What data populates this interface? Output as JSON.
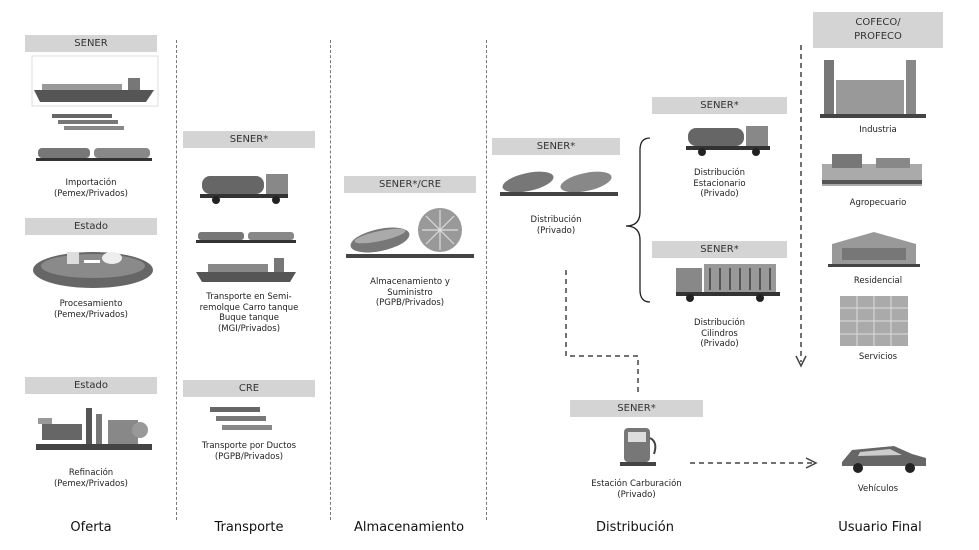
{
  "columns": {
    "oferta": "Oferta",
    "transporte": "Transporte",
    "almacenamiento": "Almacenamiento",
    "distribucion": "Distribución",
    "usuario_final": "Usuario Final"
  },
  "oferta": {
    "importacion": {
      "badge": "SENER",
      "caption_l1": "Importación",
      "caption_l2": "(Pemex/Privados)"
    },
    "procesamiento": {
      "badge": "Estado",
      "caption_l1": "Procesamiento",
      "caption_l2": "(Pemex/Privados)"
    },
    "refinacion": {
      "badge": "Estado",
      "caption_l1": "Refinación",
      "caption_l2": "(Pemex/Privados)"
    }
  },
  "transporte": {
    "semiremolque": {
      "badge": "SENER*",
      "caption_l1": "Transporte  en Semi-",
      "caption_l2": "remolque Carro tanque",
      "caption_l3": "Buque tanque",
      "caption_l4": "(MGI/Privados)"
    },
    "ductos": {
      "badge": "CRE",
      "caption_l1": "Transporte  por Ductos",
      "caption_l2": "(PGPB/Privados)"
    }
  },
  "almacenamiento": {
    "badge": "SENER*/CRE",
    "caption_l1": "Almacenamiento y",
    "caption_l2": "Suministro",
    "caption_l3": "(PGPB/Privados)"
  },
  "distribucion": {
    "main": {
      "badge": "SENER*",
      "caption_l1": "Distribución",
      "caption_l2": "(Privado)"
    },
    "estacionario": {
      "badge": "SENER*",
      "caption_l1": "Distribución",
      "caption_l2": "Estacionario",
      "caption_l3": "(Privado)"
    },
    "cilindros": {
      "badge": "SENER*",
      "caption_l1": "Distribución",
      "caption_l2": "Cilindros",
      "caption_l3": "(Privado)"
    },
    "carburacion": {
      "badge": "SENER*",
      "caption_l1": "Estación Carburación",
      "caption_l2": "(Privado)"
    }
  },
  "usuario_final": {
    "badge_l1": "COFECO/",
    "badge_l2": "PROFECO",
    "industria": "Industria",
    "agropecuario": "Agropecuario",
    "residencial": "Residencial",
    "servicios": "Servicios",
    "vehiculos": "Vehículos"
  }
}
